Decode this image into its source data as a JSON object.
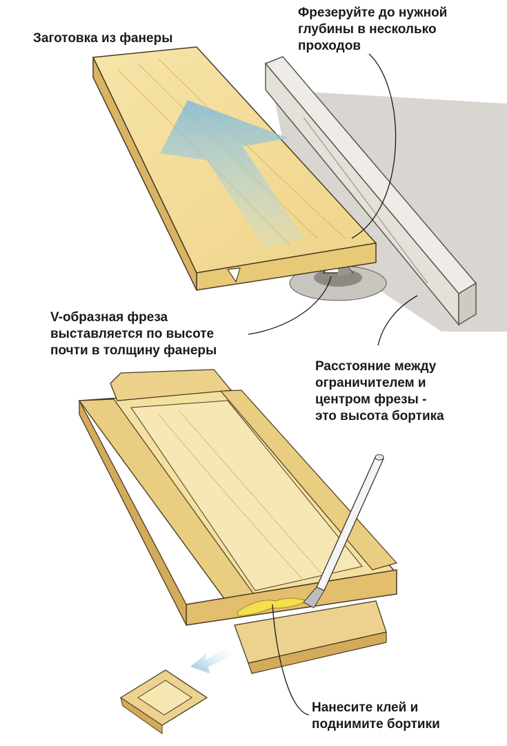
{
  "labels": {
    "blank": "Заготовка из фанеры",
    "depth": [
      "Фрезеруйте до нужной",
      "глубины в несколько",
      "проходов"
    ],
    "vbit": [
      "V-образная фреза",
      "выставляется по высоте",
      "почти в толщину фанеры"
    ],
    "distance": [
      "Расстояние между",
      "ограничителем и",
      "центром фрезы -",
      "это высота бортика"
    ],
    "glue": [
      "Нанесите клей и",
      "поднимите бортики"
    ]
  },
  "colors": {
    "wood_light": "#f2dc9a",
    "wood_mid": "#e6c571",
    "wood_dark": "#c99a45",
    "arrow_blue": "#8ec3dc",
    "table_gray": "#d9d6d1",
    "fence_gray": "#e9e6e1",
    "glue_yellow": "#f3e04a",
    "outline": "#4a3a22"
  },
  "icons": {
    "feed_arrow": "up-arrow",
    "pull_arrow": "curved-down-left-arrow",
    "tool": "glue-brush",
    "cutter": "v-groove-bit"
  }
}
